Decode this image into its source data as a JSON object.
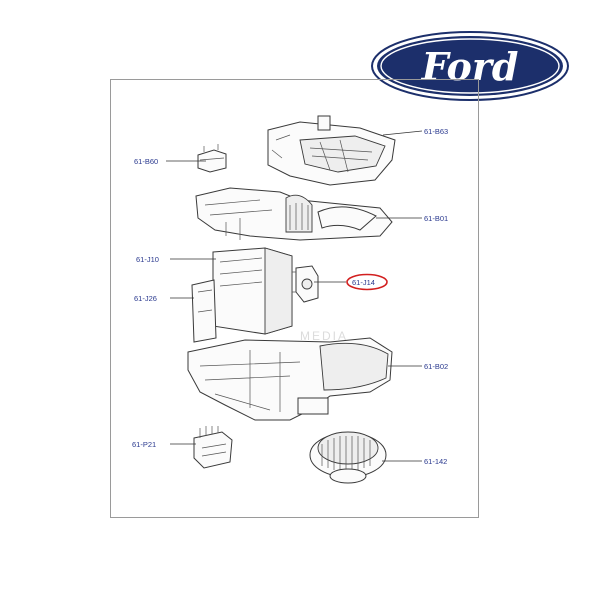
{
  "brand": {
    "logo_text": "Ford",
    "oval_color": "#1c2f6b",
    "text_color": "#ffffff"
  },
  "watermark": "MEDIA",
  "callouts": [
    {
      "id": "61-B63",
      "text": "61-B63",
      "highlighted": false
    },
    {
      "id": "61-B60",
      "text": "61-B60",
      "highlighted": false
    },
    {
      "id": "61-B01",
      "text": "61-B01",
      "highlighted": false
    },
    {
      "id": "61-J10",
      "text": "61-J10",
      "highlighted": false
    },
    {
      "id": "61-J14",
      "text": "61-J14",
      "highlighted": true
    },
    {
      "id": "61-J26",
      "text": "61-J26",
      "highlighted": false
    },
    {
      "id": "61-B02",
      "text": "61-B02",
      "highlighted": false
    },
    {
      "id": "61-P21",
      "text": "61-P21",
      "highlighted": false
    },
    {
      "id": "61-142",
      "text": "61-142",
      "highlighted": false
    }
  ],
  "colors": {
    "label": "#2b3a8f",
    "highlight_ring": "#d21f1f",
    "frame": "#9a9a9a"
  }
}
